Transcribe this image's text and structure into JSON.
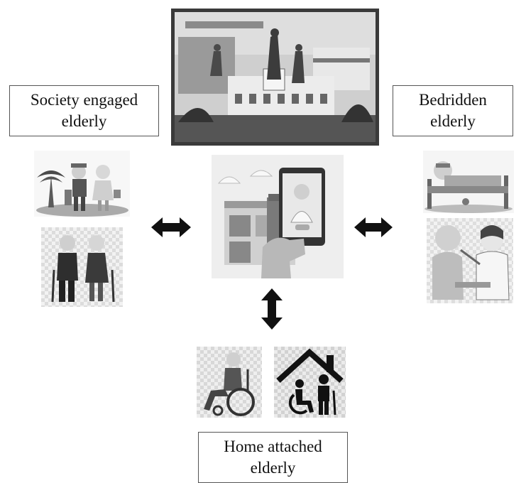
{
  "labels": {
    "society": {
      "line1": "Society engaged",
      "line2": "elderly"
    },
    "bedridden": {
      "line1": "Bedridden",
      "line2": "elderly"
    },
    "home": {
      "line1": "Home attached",
      "line2": "elderly"
    }
  },
  "colors": {
    "arrow": "#111111",
    "frame": "#3a3a3a",
    "box_border": "#555555"
  }
}
